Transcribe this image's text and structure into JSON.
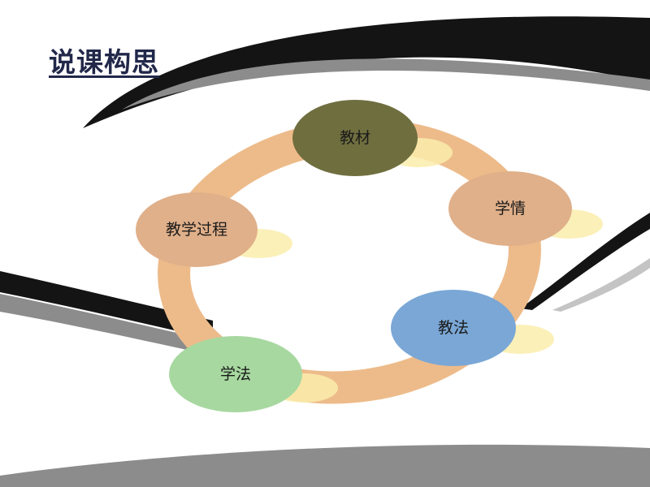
{
  "slide": {
    "title": "说课构思"
  },
  "colors": {
    "ring": "#edbb8a",
    "ring_light": "#f3cfa6",
    "glow": "#faedab",
    "swoosh_dark": "#141414",
    "swoosh_gray": "#8c8c8c",
    "swoosh_light": "#c4c4c4"
  },
  "diagram": {
    "nodes": [
      {
        "id": "jiaocai",
        "label": "教材",
        "color": "#6f6e3f"
      },
      {
        "id": "xueqing",
        "label": "学情",
        "color": "#e0b08a"
      },
      {
        "id": "jiaofa",
        "label": "教法",
        "color": "#7aa7d6"
      },
      {
        "id": "xuefa",
        "label": "学法",
        "color": "#a7d8a0"
      },
      {
        "id": "jiaoxueguocheng",
        "label": "教学过程",
        "color": "#e0b08a"
      }
    ]
  }
}
